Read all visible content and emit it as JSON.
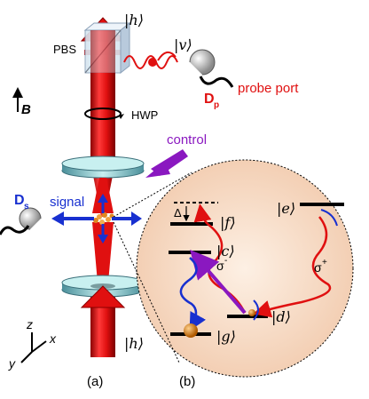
{
  "labels": {
    "h_top": "|h⟩",
    "v": "|v⟩",
    "pbs": "PBS",
    "probe_port": "probe port",
    "dp_main": "D",
    "dp_sub": "p",
    "b_field": "B",
    "hwp": "HWP",
    "control": "control",
    "ds_main": "D",
    "ds_sub": "s",
    "signal": "signal",
    "h_bottom": "|h⟩",
    "axis_z": "z",
    "axis_x": "x",
    "axis_y": "y",
    "panel_a": "(a)",
    "panel_b": "(b)"
  },
  "levels": {
    "f": "|f⟩",
    "e": "|e⟩",
    "c": "|c⟩",
    "d": "|d⟩",
    "g": "|g⟩",
    "delta": "Δ",
    "sigma_minus": "σ",
    "sigma_minus_sup": "-",
    "sigma_plus": "σ",
    "sigma_plus_sup": "+"
  },
  "colors": {
    "beam_red": "#e01010",
    "signal_blue": "#1830d0",
    "control_purple": "#8a18c0",
    "inset_fill": "#f7ddc8",
    "waveplate_teal": "#8fd0d0",
    "detector_grey": "#b0b0b0",
    "atom_orange": "#e07818"
  }
}
